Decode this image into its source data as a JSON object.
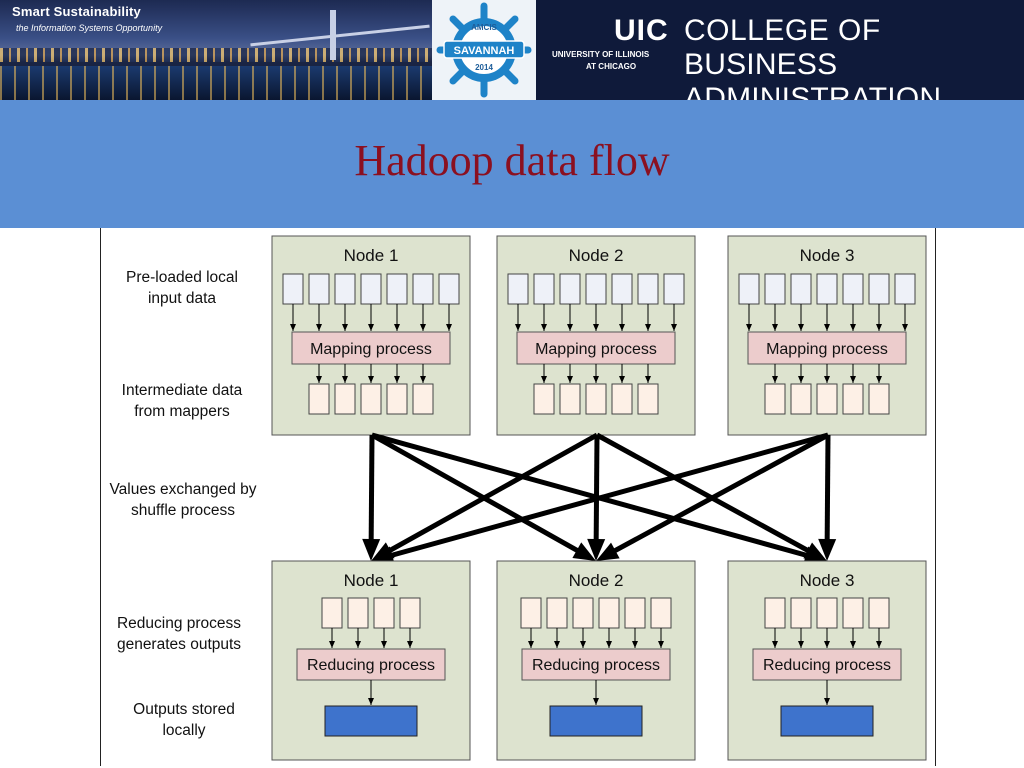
{
  "header": {
    "brand_title": "Smart Sustainability",
    "brand_subtitle": "the Information Systems Opportunity",
    "conference_logo": {
      "top": "AMCIS",
      "ribbon": "SAVANNAH",
      "year": "2014"
    },
    "university": {
      "abbr": "UIC",
      "line1": "UNIVERSITY OF ILLINOIS",
      "line2": "AT CHICAGO",
      "college_line1": "COLLEGE OF",
      "college_line2": "BUSINESS ADMINISTRATION"
    }
  },
  "slide": {
    "title": "Hadoop data flow"
  },
  "diagram": {
    "row_labels": {
      "input": "Pre-loaded local input data",
      "intermediate": "Intermediate data from mappers",
      "shuffle": "Values exchanged by shuffle process",
      "reduce": "Reducing process generates outputs",
      "output": "Outputs stored locally"
    },
    "map_nodes": [
      {
        "name": "Node 1",
        "process": "Mapping process",
        "inputs": 7,
        "intermediates": 5
      },
      {
        "name": "Node 2",
        "process": "Mapping process",
        "inputs": 7,
        "intermediates": 5
      },
      {
        "name": "Node 3",
        "process": "Mapping process",
        "inputs": 7,
        "intermediates": 5
      }
    ],
    "reduce_nodes": [
      {
        "name": "Node 1",
        "process": "Reducing process",
        "inputs": 4
      },
      {
        "name": "Node 2",
        "process": "Reducing process",
        "inputs": 6
      },
      {
        "name": "Node 3",
        "process": "Reducing process",
        "inputs": 5
      }
    ],
    "colors": {
      "node_fill": "#dde3cf",
      "process_fill": "#eccccc",
      "input_fill": "#eef1f8",
      "intermediate_fill": "#fdf0e6",
      "output_fill": "#3e73cc",
      "arrow": "#000000"
    }
  }
}
